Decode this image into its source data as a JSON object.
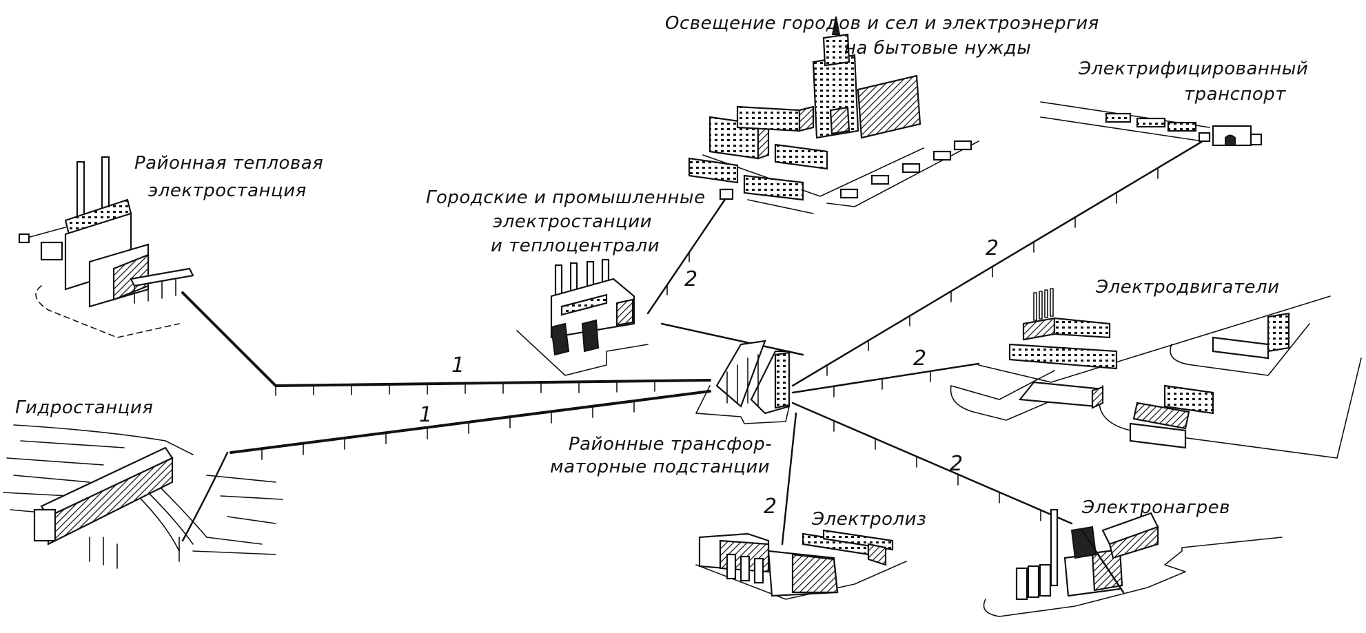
{
  "diagram": {
    "title": "Electric power system: generation, transmission and consumption",
    "nodes": {
      "thermal_plant": {
        "label_lines": [
          "Районная тепловая",
          "электростанция"
        ]
      },
      "hydro_plant": {
        "label_lines": [
          "Гидростанция"
        ]
      },
      "city_plants": {
        "label_lines": [
          "Городские и промышленные",
          "электростанции",
          "и теплоцентрали"
        ]
      },
      "substation": {
        "label_lines": [
          "Районные трансфор-",
          "маторные подстанции"
        ]
      },
      "lighting": {
        "label_lines": [
          "Освещение городов и сел и электроэнергия",
          "на бытовые нужды"
        ]
      },
      "transport": {
        "label_lines": [
          "Электрифицированный",
          "транспорт"
        ]
      },
      "motors": {
        "label_lines": [
          "Электродвигатели"
        ]
      },
      "electrolysis": {
        "label_lines": [
          "Электролиз"
        ]
      },
      "heating": {
        "label_lines": [
          "Электронагрев"
        ]
      }
    },
    "lines": [
      {
        "from": "thermal_plant",
        "to": "substation",
        "label": "1"
      },
      {
        "from": "hydro_plant",
        "to": "substation",
        "label": "1"
      },
      {
        "from": "city_plants",
        "to": "lighting",
        "label": "2"
      },
      {
        "from": "substation",
        "to": "transport",
        "label": "2"
      },
      {
        "from": "substation",
        "to": "motors",
        "label": "2"
      },
      {
        "from": "substation",
        "to": "electrolysis",
        "label": "2"
      },
      {
        "from": "substation",
        "to": "heating",
        "label": "2"
      }
    ]
  }
}
